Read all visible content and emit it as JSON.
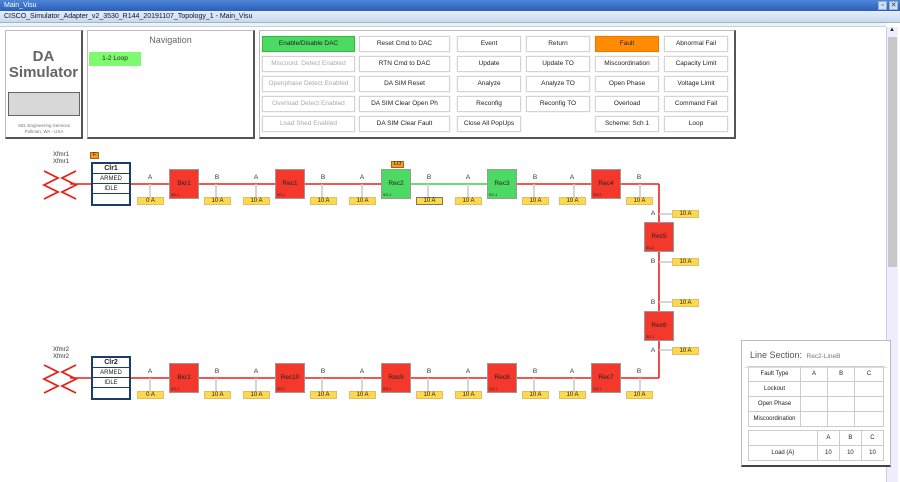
{
  "window": {
    "title": "Main_Visu",
    "subtitle": "CISCO_Simulator_Adapter_v2_3530_R144_20191107_Topology_1 - Main_Visu"
  },
  "brand": {
    "line1": "DA",
    "line2": "Simulator",
    "company": "SEL Engineering Services",
    "location": "Pullman, WA - USA"
  },
  "navigation": {
    "title": "Navigation",
    "items": [
      {
        "label": "1-2 Loop"
      }
    ]
  },
  "controls": {
    "col1": [
      {
        "label": "Enable/Disable DAC",
        "state": "green"
      },
      {
        "label": "Miscoord. Detect Enabled",
        "state": "disabled"
      },
      {
        "label": "Openphase Detect Enabled",
        "state": "disabled"
      },
      {
        "label": "Overload Detect Enabled",
        "state": "disabled"
      },
      {
        "label": "Load Shed Enabled",
        "state": "disabled"
      }
    ],
    "col2": [
      {
        "label": "Reset Cmd to DAC"
      },
      {
        "label": "RTN Cmd to DAC"
      },
      {
        "label": "DA SIM Reset"
      },
      {
        "label": "DA SIM Clear Open Ph"
      },
      {
        "label": "DA SIM Clear Fault"
      }
    ],
    "col3": [
      {
        "label": "Event"
      },
      {
        "label": "Update"
      },
      {
        "label": "Analyze"
      },
      {
        "label": "Reconfig"
      },
      {
        "label": "Close All PopUps"
      }
    ],
    "col4": [
      {
        "label": "Return"
      },
      {
        "label": "Update TO"
      },
      {
        "label": "Analyze TO"
      },
      {
        "label": "Reconfig TO"
      }
    ],
    "col5": [
      {
        "label": "Fault",
        "state": "orange"
      },
      {
        "label": "Miscoordination"
      },
      {
        "label": "Open Phase"
      },
      {
        "label": "Overload"
      },
      {
        "label": "Scheme: Sch 1"
      }
    ],
    "col6": [
      {
        "label": "Abnormal Fail"
      },
      {
        "label": "Capacity Limit"
      },
      {
        "label": "Voltage Limit"
      },
      {
        "label": "Command Fail"
      },
      {
        "label": "Loop"
      }
    ]
  },
  "colors": {
    "red": "#f4392c",
    "green": "#4cd964",
    "line_red": "#e8201a",
    "line_green": "#3ad24a",
    "fault_orange": "#ff8c00"
  },
  "transformers": [
    {
      "line1": "Xfmr1",
      "line2": "Xfmr1"
    },
    {
      "line1": "Xfmr2",
      "line2": "Xfmr2"
    }
  ],
  "circuits": [
    {
      "name": "Clr1",
      "armed": "ARMED",
      "state": "IDLE",
      "badge": "F"
    },
    {
      "name": "Clr2",
      "armed": "ARMED",
      "state": "IDLE",
      "badge": ""
    }
  ],
  "devices": [
    {
      "name": "Bkr1",
      "color": "red",
      "sub": "SG-1",
      "a": "0 A",
      "b": "10 A",
      "label_a": "A",
      "label_b": "B"
    },
    {
      "name": "Rec1",
      "color": "red",
      "sub": "SG-1",
      "a": "10 A",
      "b": "10 A",
      "label_a": "A",
      "label_b": "B"
    },
    {
      "name": "Rec2",
      "color": "green",
      "sub": "SG-1",
      "a": "10 A",
      "b": "10 A",
      "label_a": "A",
      "label_b": "B",
      "badge": "LO",
      "selected_b": true
    },
    {
      "name": "Rec3",
      "color": "green",
      "sub": "SG-1",
      "a": "10 A",
      "b": "10 A",
      "label_a": "A",
      "label_b": "B"
    },
    {
      "name": "Rec4",
      "color": "red",
      "sub": "SG-2",
      "a": "10 A",
      "b": "10 A",
      "label_a": "A",
      "label_b": "B"
    },
    {
      "name": "Rec5",
      "color": "red",
      "sub": "SG-2",
      "a": "10 A",
      "b": "10 A",
      "label_a": "A",
      "label_b": "B"
    },
    {
      "name": "Rec6",
      "color": "red",
      "sub": "SG-1",
      "a": "10 A",
      "b": "10 A",
      "label_a": "A",
      "label_b": "B"
    },
    {
      "name": "Rec7",
      "color": "red",
      "sub": "SG-1",
      "a": "10 A",
      "b": "10 A",
      "label_a": "A",
      "label_b": "B"
    },
    {
      "name": "Rec8",
      "color": "red",
      "sub": "SG-1",
      "a": "10 A",
      "b": "10 A",
      "label_a": "A",
      "label_b": "B"
    },
    {
      "name": "Rec9",
      "color": "red",
      "sub": "SG-1",
      "a": "10 A",
      "b": "10 A",
      "label_a": "A",
      "label_b": "B"
    },
    {
      "name": "Rec10",
      "color": "red",
      "sub": "SG-1",
      "a": "10 A",
      "b": "10 A",
      "label_a": "A",
      "label_b": "B"
    },
    {
      "name": "Bkr2",
      "color": "red",
      "sub": "SG-1",
      "a": "0 A",
      "b": "10 A",
      "label_a": "A",
      "label_b": "B"
    }
  ],
  "line_section": {
    "title": "Line Section:",
    "name": "Rec2-LineB",
    "fault_headers": [
      "Fault Type",
      "A",
      "B",
      "C"
    ],
    "fault_rows": [
      [
        "Lockout",
        "",
        "",
        ""
      ],
      [
        "Open Phase",
        "",
        "",
        ""
      ],
      [
        "Miscoordination",
        "",
        "",
        ""
      ]
    ],
    "load_headers": [
      "",
      "A",
      "B",
      "C"
    ],
    "load_rows": [
      [
        "Load (A)",
        "10",
        "10",
        "10"
      ]
    ]
  }
}
